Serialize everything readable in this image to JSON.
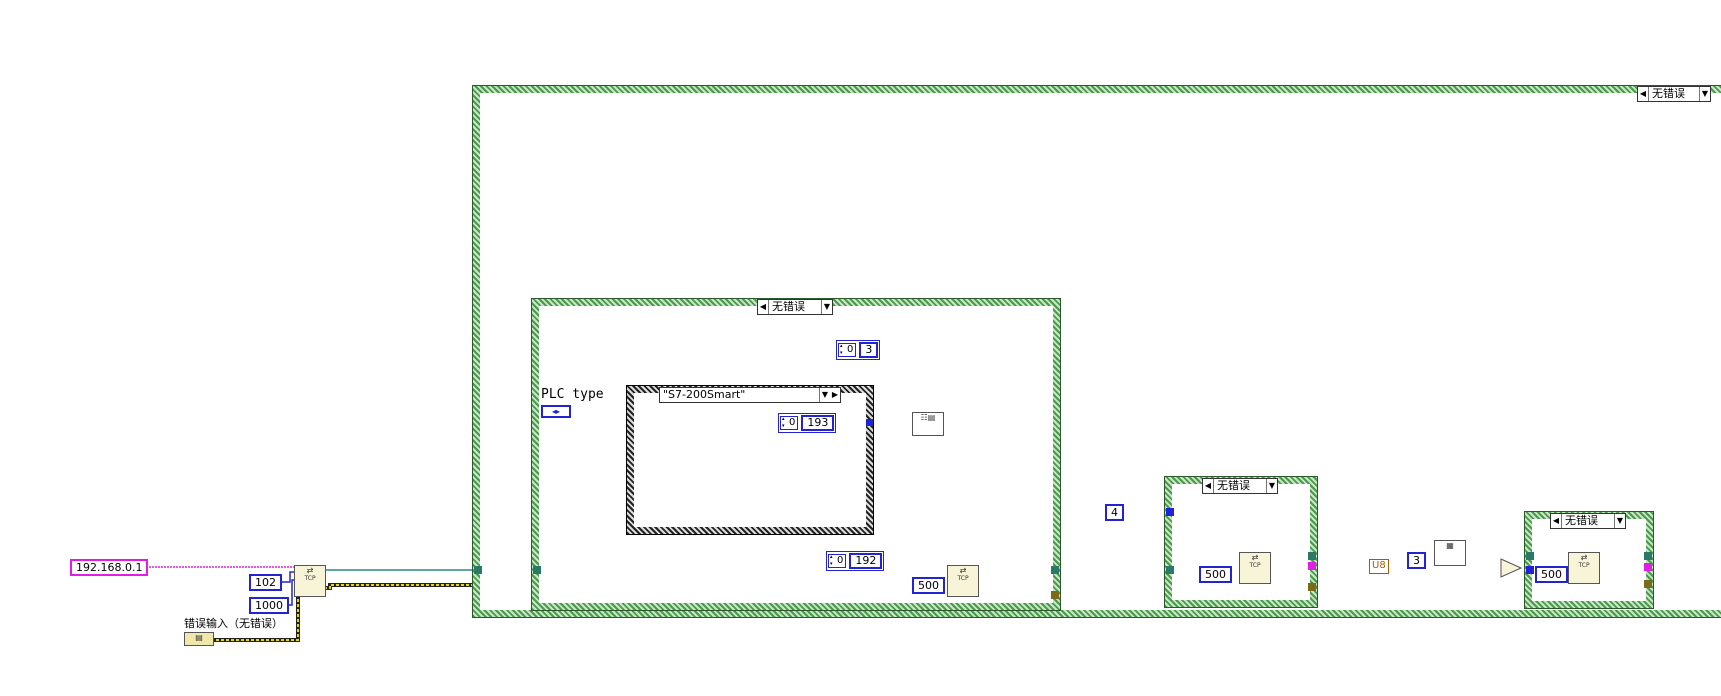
{
  "case_selectors": {
    "outer": "无错误",
    "inner_left": "无错误",
    "mid": "无错误",
    "right": "无错误"
  },
  "plc": {
    "label": "PLC type",
    "enum_case": "\"S7-200Smart\""
  },
  "constants": {
    "ip_address": "192.168.0.1",
    "port": "102",
    "timeout_open": "1000",
    "timeout_a": "500",
    "timeout_b": "500",
    "timeout_c": "500",
    "bytes_to_read": "4",
    "byte_count": "3",
    "type_cast": "U8"
  },
  "arrays": [
    {
      "index": "0",
      "value": "3"
    },
    {
      "index": "0",
      "value": "193"
    },
    {
      "index": "0",
      "value": "192"
    }
  ],
  "error_in": {
    "label": "错误输入（无错误）"
  },
  "node_caption": "TCP",
  "colors": {
    "wire_blue": "#2323d6",
    "wire_pink": "#e21ee2",
    "wire_teal": "#2a8a8a",
    "wire_error": "#e8d800",
    "frame_green": "#4a9a4a"
  },
  "icons": {
    "tcp_node": "tcp-function-icon",
    "build_array": "build-array-icon",
    "compare": "triangle-compare-icon"
  }
}
